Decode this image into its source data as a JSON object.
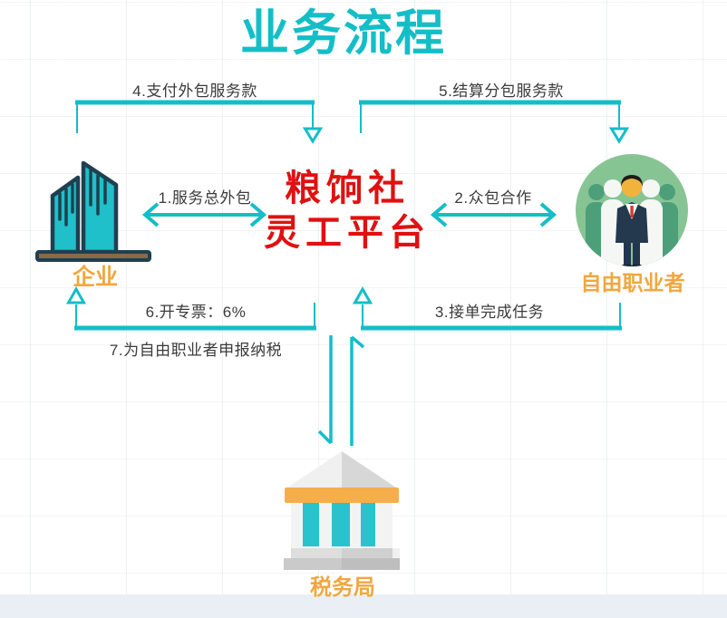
{
  "title": "业务流程",
  "colors": {
    "accent_teal": "#13bec7",
    "label_orange": "#f0a73e",
    "platform_red": "#e01111",
    "flow_text": "#3b3b3b",
    "building_outline": "#1f4050",
    "circle_green": "#87c494",
    "bottom_band": "#e9eff5"
  },
  "platform": {
    "line1": "粮饷社",
    "line2": "灵工平台"
  },
  "nodes": {
    "enterprise": {
      "label": "企业",
      "icon": "office-buildings-icon"
    },
    "freelancer": {
      "label": "自由职业者",
      "icon": "people-group-icon"
    },
    "tax_bureau": {
      "label": "税务局",
      "icon": "government-building-icon"
    }
  },
  "flows": [
    {
      "id": "1",
      "label": "1.服务总外包",
      "from": "enterprise",
      "to": "platform",
      "style": "double-arrow"
    },
    {
      "id": "2",
      "label": "2.众包合作",
      "from": "platform",
      "to": "freelancer",
      "style": "double-arrow"
    },
    {
      "id": "3",
      "label": "3.接单完成任务",
      "from": "freelancer",
      "to": "platform",
      "style": "elbow-up"
    },
    {
      "id": "4",
      "label": "4.支付外包服务款",
      "from": "enterprise",
      "to": "platform",
      "style": "elbow-down"
    },
    {
      "id": "5",
      "label": "5.结算分包服务款",
      "from": "platform",
      "to": "freelancer",
      "style": "elbow-down"
    },
    {
      "id": "6",
      "label": "6.开专票：6%",
      "from": "platform",
      "to": "enterprise",
      "style": "elbow-up"
    },
    {
      "id": "7",
      "label": "7.为自由职业者申报纳税",
      "from": "platform",
      "to": "enterprise",
      "style": "caption"
    }
  ],
  "tax_link": {
    "down": "platform→tax_bureau",
    "up": "tax_bureau→platform"
  }
}
